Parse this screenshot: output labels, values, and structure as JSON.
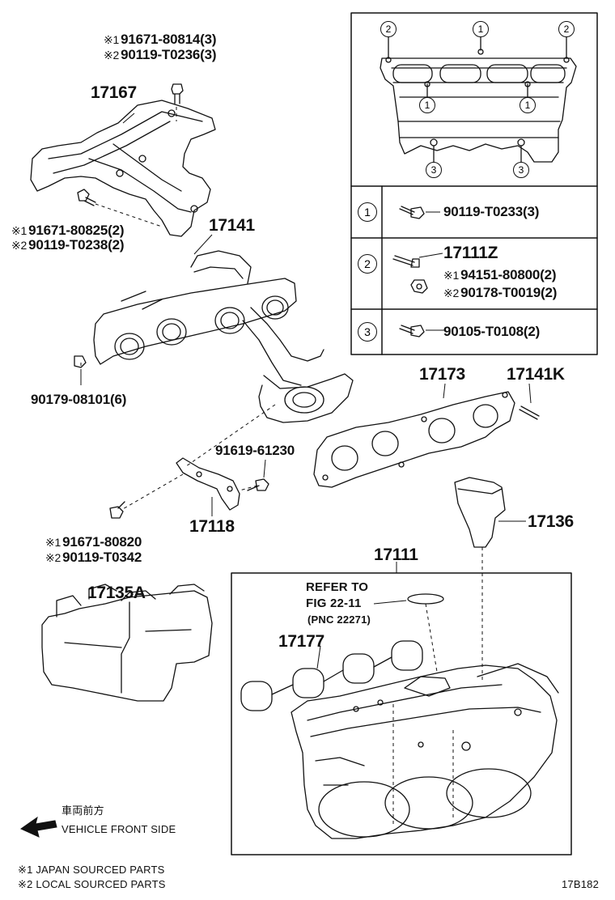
{
  "labels": {
    "p17167": "17167",
    "p17141": "17141",
    "p17173": "17173",
    "p17141k": "17141K",
    "p17118": "17118",
    "p17136": "17136",
    "p17111": "17111",
    "p17135a": "17135A",
    "p17177": "17177",
    "p17111z": "17111Z",
    "p90179": "90179-08101(6)",
    "p91619": "91619-61230"
  },
  "marks": {
    "m1": "※1",
    "m2": "※2"
  },
  "bolt_top": {
    "a": "91671-80814(3)",
    "b": "90119-T0236(3)"
  },
  "bolt_mid": {
    "a": "91671-80825(2)",
    "b": "90119-T0238(2)"
  },
  "bolt_low": {
    "a": "91671-80820",
    "b": "90119-T0342"
  },
  "legend": {
    "r1": "1",
    "r2": "2",
    "r3": "3",
    "p1": "90119-T0233(3)",
    "p2a": "94151-80800(2)",
    "p2b": "90178-T0019(2)",
    "p3": "90105-T0108(2)"
  },
  "refer": {
    "l1": "REFER TO",
    "l2": "FIG 22-11",
    "l3": "(PNC 22271)"
  },
  "front": {
    "jp": "車両前方",
    "en": "VEHICLE FRONT SIDE"
  },
  "footnotes": {
    "n1": "JAPAN SOURCED PARTS",
    "n2": "LOCAL SOURCED PARTS"
  },
  "figure_id": "17B182"
}
